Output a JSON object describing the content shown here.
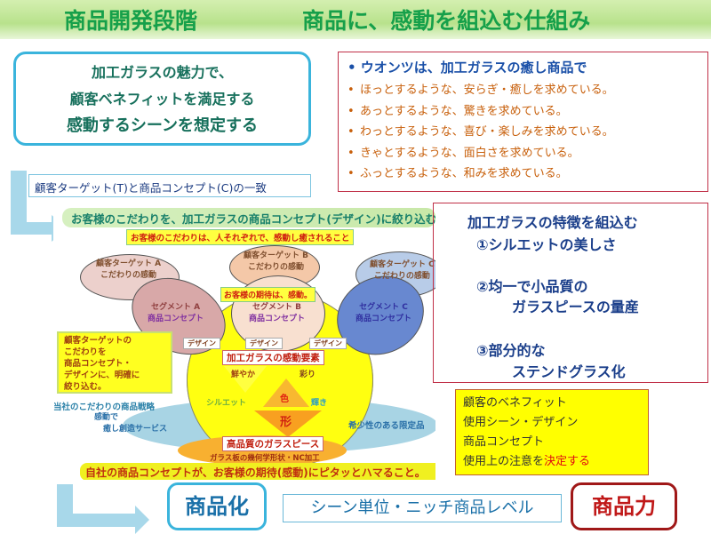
{
  "title": {
    "left": "商品開発段階",
    "right": "商品に、感動を組込む仕組み"
  },
  "left_box": [
    "加工ガラスの魅力で、",
    "顧客ベネフィットを満足する",
    "感動するシーンを想定する"
  ],
  "wants": {
    "heading": "• ウオンツは、加工ガラスの癒し商品で",
    "items": [
      "ほっとするような、安らぎ・癒しを求めている。",
      "あっとするような、驚きを求めている。",
      "わっとするような、喜び・楽しみを求めている。",
      "きゃとするような、面白さを求めている。",
      "ふっとするような、和みを求めている。"
    ]
  },
  "match_label": "顧客ターゲット(T)と商品コンセプト(C)の一致",
  "diagram": {
    "banner_top": "お客様のこだわりを、加工ガラスの商品コンセプト(デザイン)に絞り込む",
    "sub_banner": "お客様のこだわりは、人それぞれで、感動し癒されること",
    "targets": [
      {
        "t": "顧客ターゲット A",
        "s": "こだわりの感動"
      },
      {
        "t": "顧客ターゲット B",
        "s": "こだわりの感動"
      },
      {
        "t": "顧客ターゲット C",
        "s": "こだわりの感動"
      }
    ],
    "expect": "お客様の期待は、感動。",
    "segments": [
      {
        "t": "セグメント A",
        "s": "商品コンセプト"
      },
      {
        "t": "セグメント B",
        "s": "商品コンセプト"
      },
      {
        "t": "セグメント C",
        "s": "商品コンセプト"
      }
    ],
    "design": "デザイン",
    "note": [
      "顧客ターゲットの",
      "こだわりを",
      "商品コンセプト・",
      "デザインに、明確に",
      "絞り込む。"
    ],
    "elements_title": "加工ガラスの感動要素",
    "elements": [
      "鮮やか",
      "彩り",
      "シルエット",
      "色",
      "輝き",
      "形"
    ],
    "strategy": "当社のこだわりの商品戦略",
    "service": [
      "感動で",
      "癒し創造サービス"
    ],
    "limited": "希少性のある限定品",
    "beads": "高品質のガラスピース",
    "process": "ガラス板の幾何学形状・NC加工",
    "banner_bottom": "自社の商品コンセプトが、お客様の期待(感動)にピタッとハマること。"
  },
  "features": {
    "heading": "加工ガラスの特徴を組込む",
    "f1": "①シルエットの美しさ",
    "f2a": "②均一で小品質の",
    "f2b": "ガラスピースの量産",
    "f3a": "③部分的な",
    "f3b": "ステンドグラス化"
  },
  "benefit": {
    "lines": [
      "顧客のベネフィット",
      "使用シーン・デザイン",
      "商品コンセプト"
    ],
    "last_prefix": "使用上の注意を",
    "last_red": "決定する"
  },
  "bottom": {
    "commercialize": "商品化",
    "scene": "シーン単位・ニッチ商品レベル",
    "power": "商品力"
  }
}
